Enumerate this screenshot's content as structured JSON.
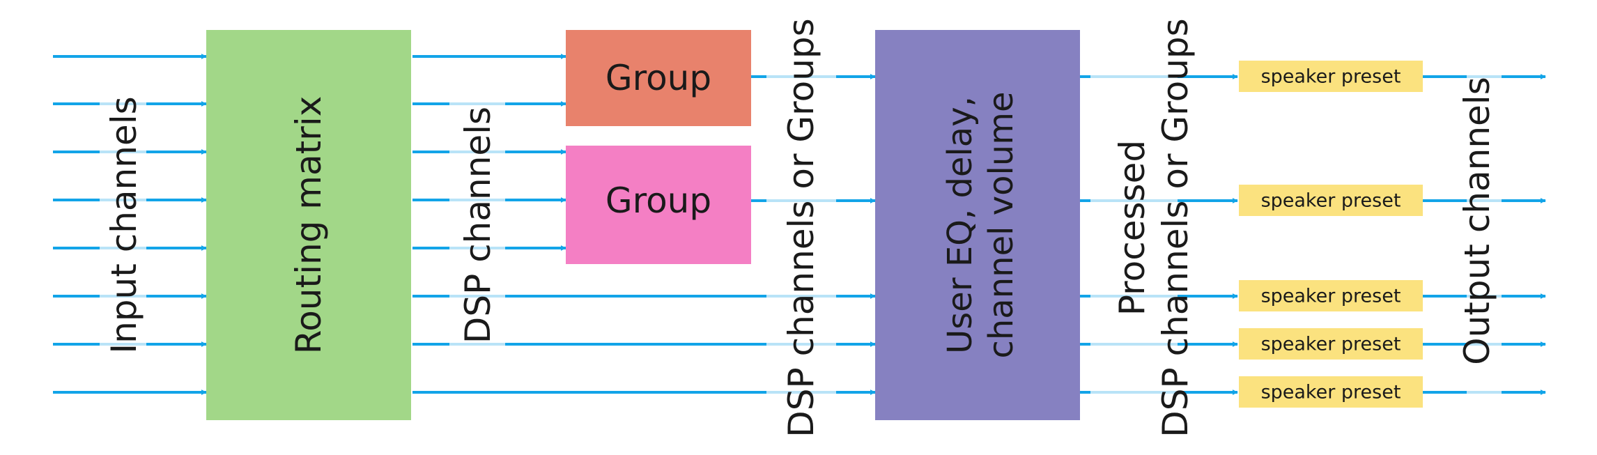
{
  "blocks": {
    "routing_matrix": {
      "label": "Routing matrix",
      "color": "#a2d788"
    },
    "group_1": {
      "label": "Group",
      "color": "#e8826c"
    },
    "group_2": {
      "label": "Group",
      "color": "#f47fc4"
    },
    "processing": {
      "label_line1": "User EQ, delay,",
      "label_line2": "channel volume",
      "color": "#8681c1"
    }
  },
  "column_labels": {
    "input": "Input channels",
    "dsp": "DSP channels",
    "dsp_or_groups": "DSP channels or Groups",
    "processed_line1": "Processed",
    "processed_line2": "DSP channels or Groups",
    "output": "Output channels"
  },
  "speaker_presets": [
    {
      "label": "speaker preset"
    },
    {
      "label": "speaker preset"
    },
    {
      "label": "speaker preset"
    },
    {
      "label": "speaker preset"
    },
    {
      "label": "speaker preset"
    }
  ],
  "colors": {
    "arrow": "#12a4e8",
    "arrow_highlight": "#b9e3f7",
    "speaker_preset": "#fbe27f"
  }
}
